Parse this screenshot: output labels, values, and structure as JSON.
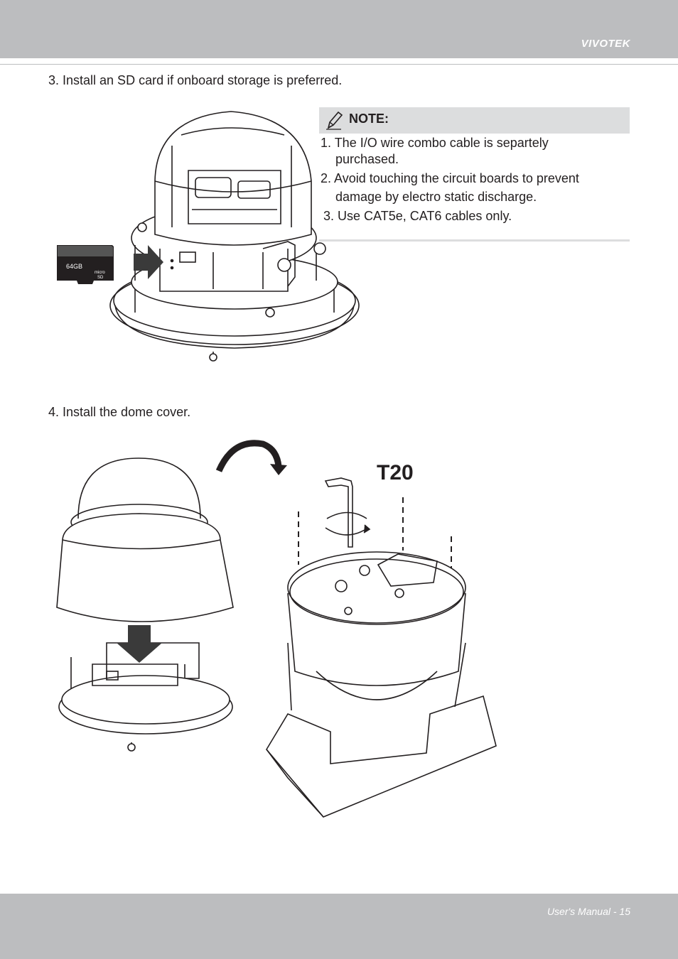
{
  "header": {
    "brand": "VIVOTEK"
  },
  "steps": {
    "step3": "3. Install an SD card if onboard storage is preferred.",
    "step4": "4. Install the dome cover."
  },
  "note": {
    "title": "NOTE:",
    "items": [
      {
        "line1": "1. The I/O wire combo cable is separtely",
        "line2": "purchased."
      },
      {
        "line1": "2. Avoid touching the circuit boards to prevent",
        "line2": "damage by electro static discharge."
      },
      {
        "line1": "3. Use CAT5e, CAT6 cables only."
      }
    ]
  },
  "sd_card": {
    "capacity": "64GB"
  },
  "tool_label": "T20",
  "footer": {
    "page": "User's Manual - 15"
  },
  "colors": {
    "band": "#bcbdbf",
    "note_bar": "#dcddde",
    "arrow": "#3a3a3a"
  }
}
